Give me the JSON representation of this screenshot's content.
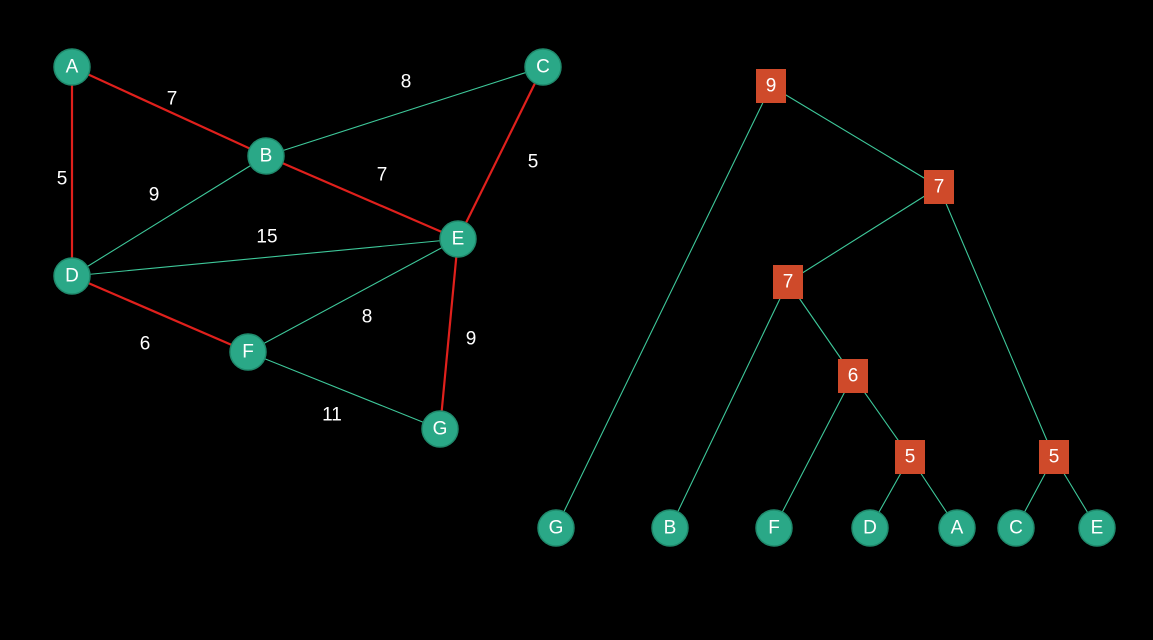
{
  "colors": {
    "background": "#000000",
    "node_fill": "#2aa887",
    "node_stroke": "#1f8a6c",
    "edge_default": "#3ec89a",
    "edge_highlight": "#e0201c",
    "tree_box": "#cf4a2a",
    "text": "#ffffff"
  },
  "graph": {
    "nodes": [
      {
        "id": "A",
        "label": "A"
      },
      {
        "id": "B",
        "label": "B"
      },
      {
        "id": "C",
        "label": "C"
      },
      {
        "id": "D",
        "label": "D"
      },
      {
        "id": "E",
        "label": "E"
      },
      {
        "id": "F",
        "label": "F"
      },
      {
        "id": "G",
        "label": "G"
      }
    ],
    "edges": [
      {
        "from": "A",
        "to": "B",
        "weight": "7",
        "highlight": true
      },
      {
        "from": "A",
        "to": "D",
        "weight": "5",
        "highlight": true
      },
      {
        "from": "B",
        "to": "C",
        "weight": "8",
        "highlight": false
      },
      {
        "from": "B",
        "to": "D",
        "weight": "9",
        "highlight": false
      },
      {
        "from": "B",
        "to": "E",
        "weight": "7",
        "highlight": true
      },
      {
        "from": "C",
        "to": "E",
        "weight": "5",
        "highlight": true
      },
      {
        "from": "D",
        "to": "E",
        "weight": "15",
        "highlight": false
      },
      {
        "from": "D",
        "to": "F",
        "weight": "6",
        "highlight": true
      },
      {
        "from": "E",
        "to": "F",
        "weight": "8",
        "highlight": false
      },
      {
        "from": "E",
        "to": "G",
        "weight": "9",
        "highlight": true
      },
      {
        "from": "F",
        "to": "G",
        "weight": "11",
        "highlight": false
      }
    ]
  },
  "tree": {
    "internal": [
      {
        "id": "t9",
        "label": "9"
      },
      {
        "id": "t7a",
        "label": "7"
      },
      {
        "id": "t7b",
        "label": "7"
      },
      {
        "id": "t6",
        "label": "6"
      },
      {
        "id": "t5a",
        "label": "5"
      },
      {
        "id": "t5b",
        "label": "5"
      }
    ],
    "leaves": [
      {
        "id": "lG",
        "label": "G"
      },
      {
        "id": "lB",
        "label": "B"
      },
      {
        "id": "lF",
        "label": "F"
      },
      {
        "id": "lD",
        "label": "D"
      },
      {
        "id": "lA",
        "label": "A"
      },
      {
        "id": "lC",
        "label": "C"
      },
      {
        "id": "lE",
        "label": "E"
      }
    ],
    "links": [
      {
        "parent": "t9",
        "child": "lG"
      },
      {
        "parent": "t9",
        "child": "t7a"
      },
      {
        "parent": "t7a",
        "child": "t7b"
      },
      {
        "parent": "t7a",
        "child": "t5b"
      },
      {
        "parent": "t7b",
        "child": "lB"
      },
      {
        "parent": "t7b",
        "child": "t6"
      },
      {
        "parent": "t6",
        "child": "lF"
      },
      {
        "parent": "t6",
        "child": "t5a"
      },
      {
        "parent": "t5a",
        "child": "lD"
      },
      {
        "parent": "t5a",
        "child": "lA"
      },
      {
        "parent": "t5b",
        "child": "lC"
      },
      {
        "parent": "t5b",
        "child": "lE"
      }
    ]
  }
}
